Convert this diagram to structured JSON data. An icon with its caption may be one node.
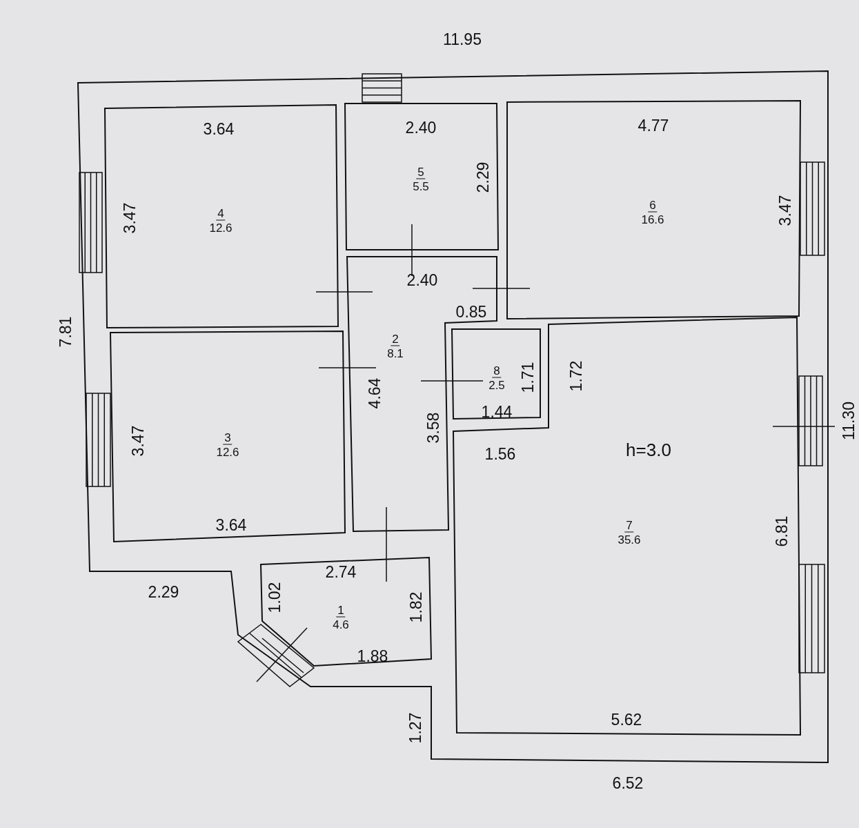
{
  "diagram": {
    "nodes": [
      {
        "text": [
          "4",
          "12.6"
        ]
      },
      {
        "text": [
          "5",
          "5.5"
        ]
      },
      {
        "text": [
          "6",
          "16.6"
        ]
      },
      {
        "text": [
          "2",
          "8.1"
        ]
      },
      {
        "text": [
          "8",
          "2.5"
        ]
      },
      {
        "text": [
          "3",
          "12.6"
        ]
      },
      {
        "text": [
          "h=3.0",
          "7",
          "35.6"
        ]
      },
      {
        "text": [
          "1",
          "4.6"
        ]
      }
    ],
    "labels": [
      "11.95",
      "3.64",
      "2.40",
      "4.77",
      "2.29",
      "3.47",
      "3.47",
      "2.40",
      "0.85",
      "7.81",
      "1.71",
      "1.72",
      "4.64",
      "1.44",
      "3.58",
      "11.30",
      "3.47",
      "1.56",
      "6.81",
      "3.64",
      "2.74",
      "2.29",
      "1.02",
      "1.82",
      "1.88",
      "1.27",
      "5.62",
      "6.52"
    ]
  }
}
